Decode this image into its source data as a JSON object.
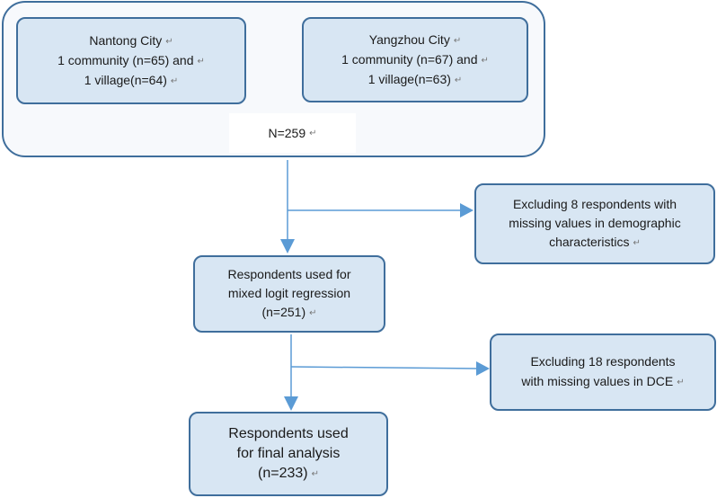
{
  "top_group": {
    "nantong": {
      "lines": [
        "Nantong City",
        "1 community (n=65) and",
        "1 village(n=64)"
      ]
    },
    "yangzhou": {
      "lines": [
        "Yangzhou City",
        "1 community (n=67) and",
        "1 village(n=63)"
      ]
    },
    "total": "N=259"
  },
  "exclusion_1": {
    "lines": [
      "Excluding 8 respondents with",
      "missing values in demographic",
      "characteristics"
    ]
  },
  "step_1": {
    "lines": [
      "Respondents used for",
      "mixed logit regression",
      "(n=251)"
    ]
  },
  "exclusion_2": {
    "lines": [
      "Excluding 18 respondents",
      "with missing values in DCE"
    ]
  },
  "step_2": {
    "lines": [
      "Respondents used",
      "for final analysis",
      "(n=233)"
    ]
  },
  "paragraph_mark": "↵",
  "colors": {
    "box_fill": "#d8e6f3",
    "box_border": "#3f6e9c",
    "arrow": "#5b9bd5"
  }
}
